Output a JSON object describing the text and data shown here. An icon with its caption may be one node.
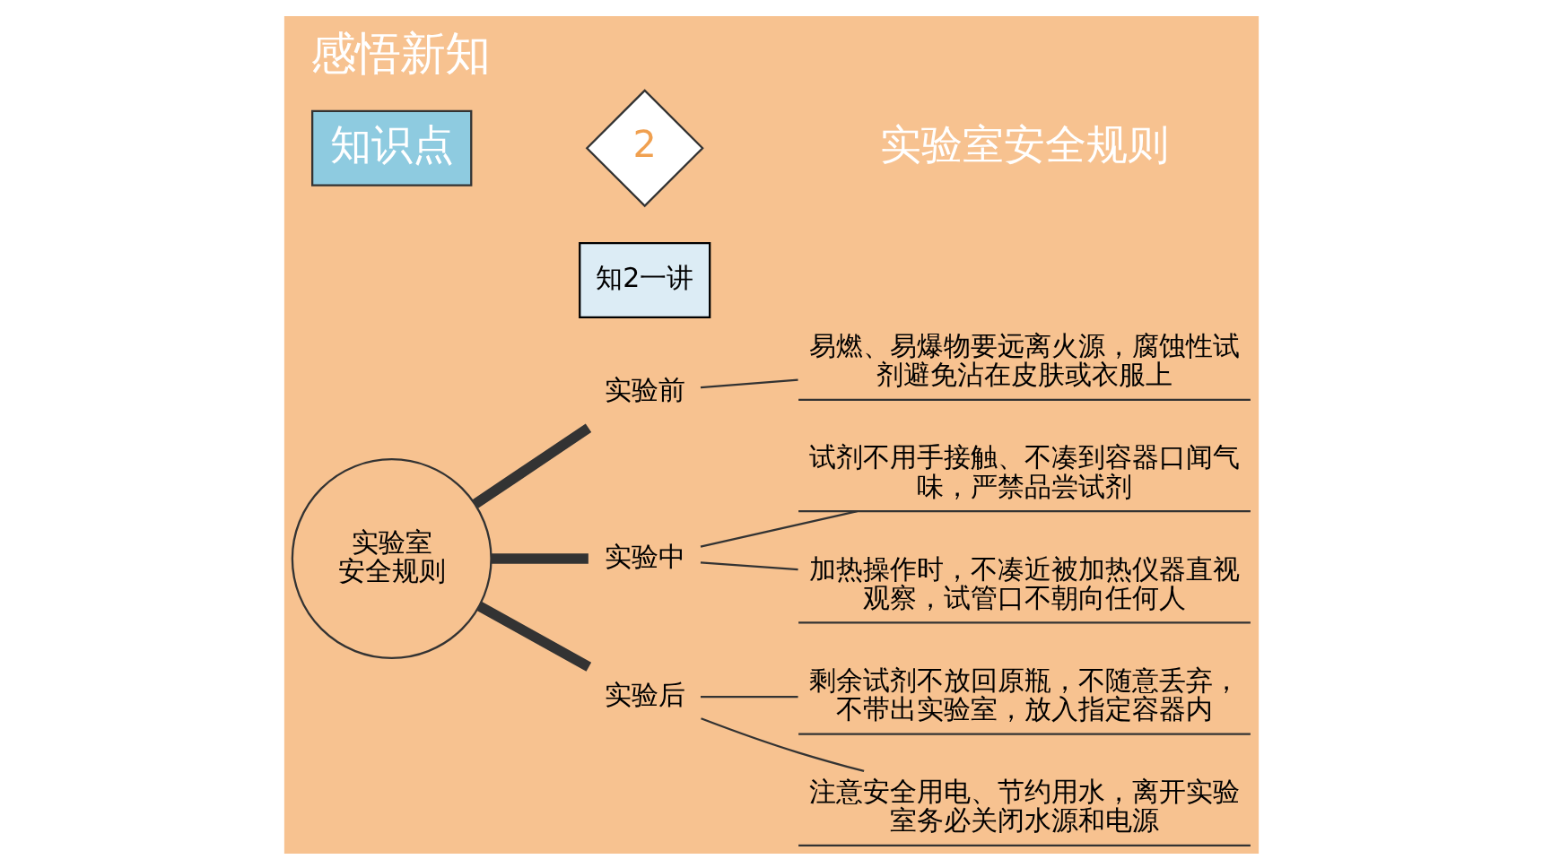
{
  "diagram": {
    "title": "感悟新知",
    "nodes": [
      {
        "text": [
          "实验室安全规则"
        ]
      },
      {
        "text": [
          "实验前"
        ]
      },
      {
        "text": [
          "实验中"
        ]
      },
      {
        "text": [
          "实验后"
        ]
      },
      {
        "text": [
          "易燃、易爆物要远离火源，腐蚀性试剂避免沾在皮肤或衣服上"
        ]
      },
      {
        "text": [
          "试剂不用手接触、不凑到容器口闻气味，严禁品尝试剂"
        ]
      },
      {
        "text": [
          "加热操作时，不凑近被加热仪器直视观察，试管口不朝向任何人"
        ]
      },
      {
        "text": [
          "剩余试剂不放回原瓶，不随意丢弃，不带出实验室，放入指定容器内"
        ]
      },
      {
        "text": [
          "注意安全用电、节约用水，离开实验室务必关闭水源和电源"
        ]
      }
    ],
    "edges": [
      {
        "from": 0,
        "to": 1,
        "arrow": "none",
        "style": "thick"
      },
      {
        "from": 0,
        "to": 2,
        "arrow": "none",
        "style": "thick"
      },
      {
        "from": 0,
        "to": 3,
        "arrow": "none",
        "style": "thick"
      },
      {
        "from": 1,
        "to": 4,
        "arrow": "none"
      },
      {
        "from": 2,
        "to": 5,
        "arrow": "none"
      },
      {
        "from": 2,
        "to": 6,
        "arrow": "none"
      },
      {
        "from": 3,
        "to": 7,
        "arrow": "none"
      },
      {
        "from": 3,
        "to": 8,
        "arrow": "none"
      }
    ],
    "labels": [
      "知2一讲",
      "知识点",
      "2",
      "实验室安全规则"
    ]
  }
}
